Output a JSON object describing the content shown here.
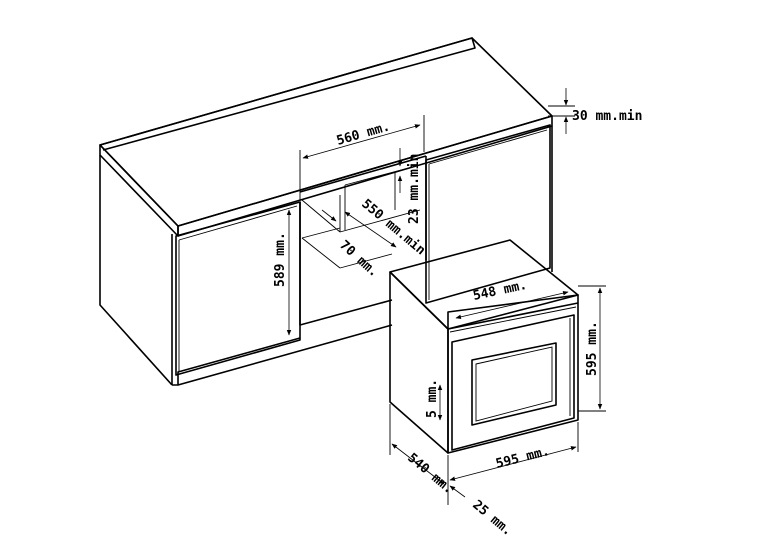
{
  "dimensions": {
    "cabinet_width": "560 mm.",
    "cabinet_depth": "550 mm.min",
    "top_gap": "23 mm.min",
    "worktop_gap": "30 mm.min",
    "opening_height": "589 mm.",
    "rear_gap": "70 mm.",
    "oven_width_inner": "548 mm.",
    "oven_height": "595 mm.",
    "oven_width": "595 mm.",
    "oven_depth": "540 mm.",
    "front_depth": "25 mm.",
    "side_gap": "5 mm."
  }
}
